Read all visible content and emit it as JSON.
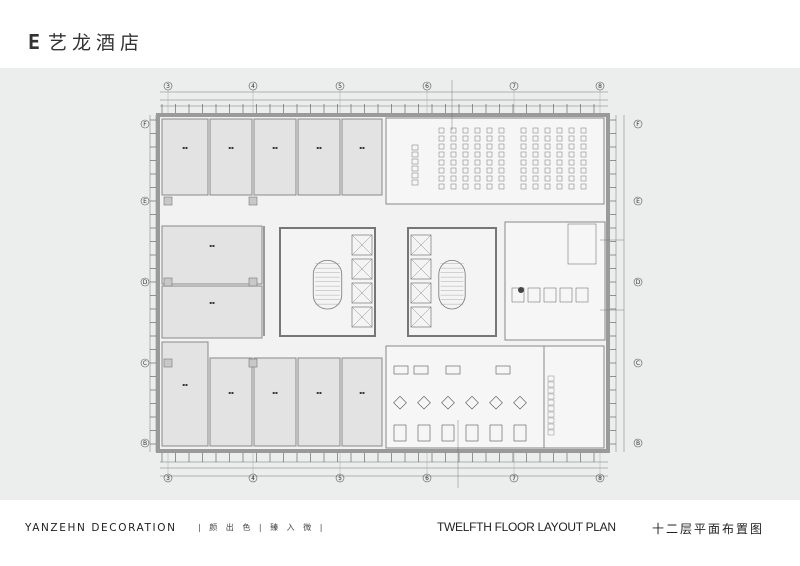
{
  "header": {
    "logo_mark": "E",
    "brand_cn": "艺龙酒店"
  },
  "plan": {
    "column_axes": [
      "3",
      "4",
      "5",
      "6",
      "7",
      "8"
    ],
    "row_axes": [
      "F",
      "E",
      "D",
      "C",
      "B"
    ],
    "colors": {
      "panel": "#eceeed",
      "wall": "#9a9a9a",
      "room_fill": "#e2e3e2",
      "line": "#777777"
    }
  },
  "footer": {
    "brand_en": "YANZEHN DECORATION",
    "slogan": "| 颜 出 色 | 臻 入 微 |",
    "title_en": "TWELFTH FLOOR LAYOUT PLAN",
    "title_cn": "十二层平面布置图"
  }
}
